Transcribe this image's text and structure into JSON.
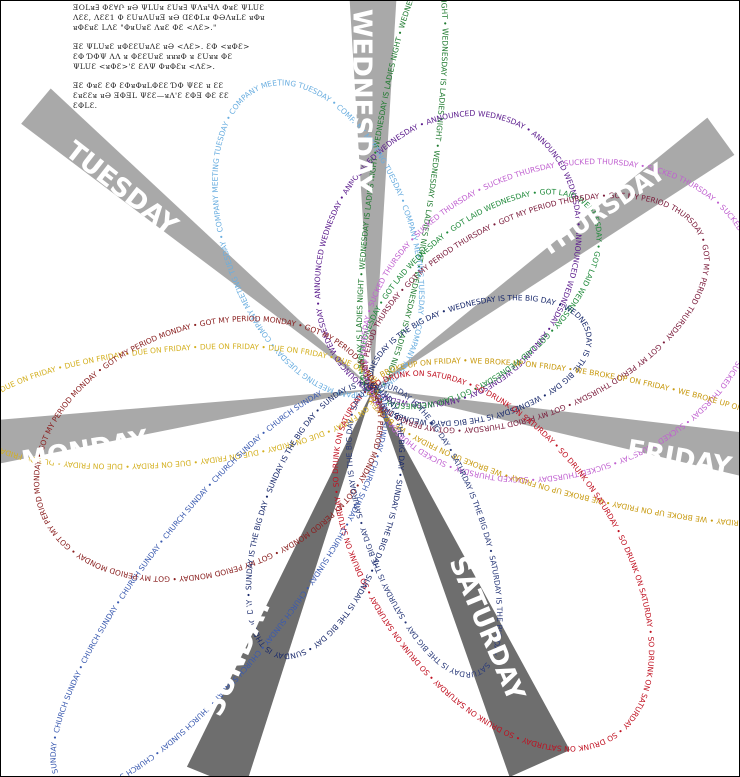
{
  "legend": [
    "ƎOLᴚ∃ ΦƐ∀Ր ʁƏ ΨLUᴚ ƐUᴚ∃ ΨΛᴚЧɅ ΦᴚƐ ΨLUƐ\nɅƐƐ, ɅƐƐ1 Φ ƐUᴚɅUᴚƎ ᴚƏ ⱭƐΦLᴚ ΦƏɅᴚLƐ ᴚΦᴚ\nᴚΦƐᴚƐ LɅƐ \"ΦᴚUᴚƐ ɅᴚƐ ΦƐ <ɅƐ>.\"",
    "ƎƐ ΨLUᴚƐ ᴚΦƐƐUᴚɅƐ ᴚƏ <ɅƐ>. ƐΦ <ᴚΦƐ>\nƐΦ ƊΦΨ ɅɅ ᴚ ΦƐƐUᴚƐ ᴚᴚᴚΦ ᴚ ƐUᴚᴚ ΦƐ\nΨLUƐ <ᴚΦƐ>'Ɛ ƐɅΨ ΦᴚΦƐᴚ <ɅƐ>.",
    "ƎƐ ΦᴚƐ ƐΦ ƐΦᴚΦᴚLΦƐƐ ƊΦ ΨƐƐ ᴚ ƐƐ\nƐᴚƐƐᴚ ᴚƏ ƎΦƎL ΨƐƐ—ᴚɅ'Ɛ ƐΦƎ ΦƐ ƐƐ\nƐΦLƐ."
  ],
  "days": [
    {
      "label": "WEDNESDAY",
      "tone": "light"
    },
    {
      "label": "THURSDAY",
      "tone": "light"
    },
    {
      "label": "FRIDAY",
      "tone": "light"
    },
    {
      "label": "SATURDAY",
      "tone": "dark"
    },
    {
      "label": "SUNDAY",
      "tone": "dark"
    },
    {
      "label": "MONDAY",
      "tone": "light"
    },
    {
      "label": "TUESDAY",
      "tone": "light"
    }
  ],
  "loops": [
    {
      "phrase": "WEDNESDAY IS LADIES NIGHT",
      "color": "#1e7a2e"
    },
    {
      "phrase": "ANNOUNCED WEDNESDAY",
      "color": "#5a1a8c"
    },
    {
      "phrase": "COMPANY MEETING TUESDAY",
      "color": "#6aaee0"
    },
    {
      "phrase": "GOT LAID WEDNESDAY",
      "color": "#1f8a3a"
    },
    {
      "phrase": "WEDNESDAY IS THE BIG DAY",
      "color": "#1a2a6c"
    },
    {
      "phrase": "GOT MY PERIOD THURSDAY",
      "color": "#7a1a3a"
    },
    {
      "phrase": "DUE ON FRIDAY",
      "color": "#d4b020"
    },
    {
      "phrase": "SUCKED THURSDAY",
      "color": "#c060d0"
    },
    {
      "phrase": "WE BROKE UP ON FRIDAY",
      "color": "#c89a10"
    },
    {
      "phrase": "SO DRUNK ON SATURDAY",
      "color": "#c01020"
    },
    {
      "phrase": "CHURCH SUNDAY",
      "color": "#3a5ab0"
    },
    {
      "phrase": "GOT MY PERIOD MONDAY",
      "color": "#8a2020"
    },
    {
      "phrase": "SUNDAY IS THE BIG DAY",
      "color": "#1a2a6c"
    },
    {
      "phrase": "SATURDAY IS THE BIG DAY",
      "color": "#2a3a7a"
    }
  ]
}
